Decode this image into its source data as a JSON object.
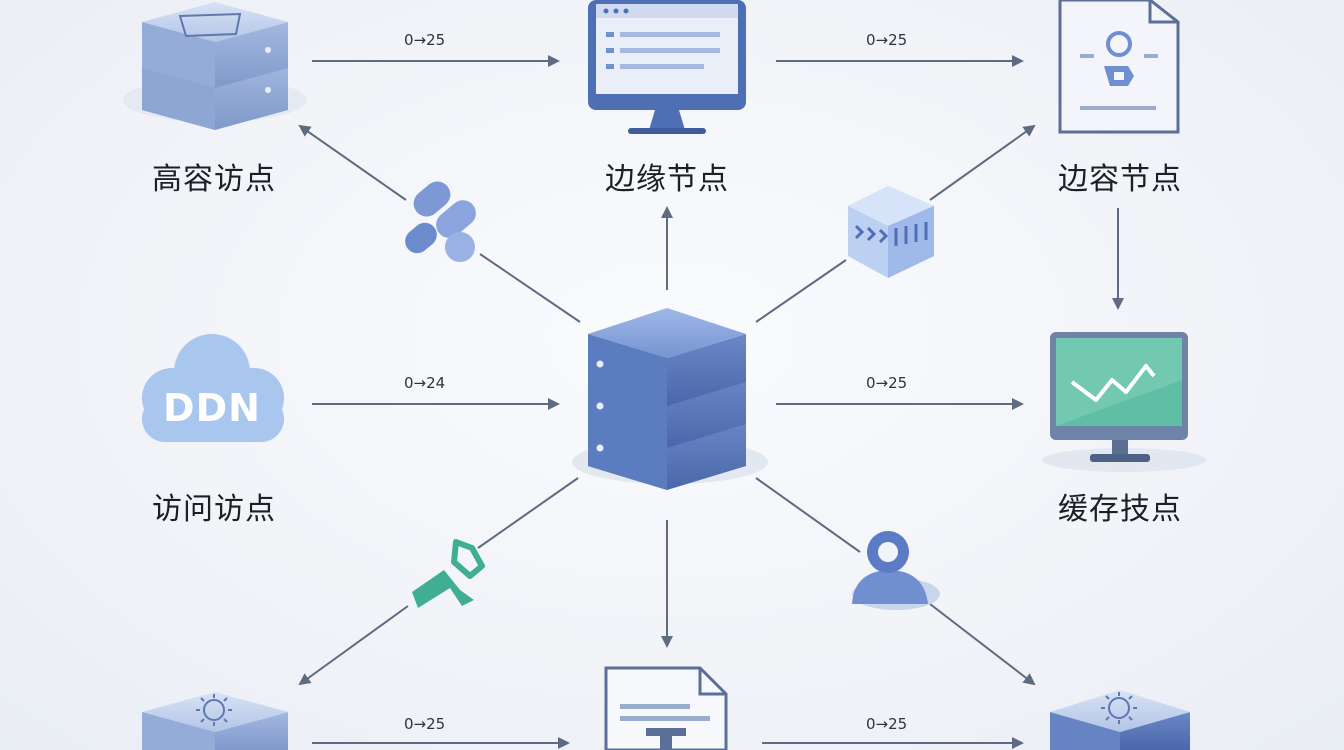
{
  "nodes": {
    "top_left": {
      "label": "高容访点"
    },
    "top_center": {
      "label": "边缘节点"
    },
    "top_right": {
      "label": "边容节点"
    },
    "mid_left": {
      "label": "访问访点",
      "cloud_text": "DDN"
    },
    "mid_right": {
      "label": "缓存技点"
    }
  },
  "edges": {
    "top_left_to_center": "0→25",
    "top_center_to_right": "0→25",
    "mid_left_to_center": "0→24",
    "center_to_mid_right": "0→25",
    "bottom_left_to_center": "0→25",
    "bottom_center_to_right": "0→25"
  },
  "colors": {
    "node_blue": "#6f8fcf",
    "node_dark": "#4a66a8",
    "arrow": "#5e6b80",
    "accent_green": "#3fae94",
    "cloud": "#a9c6ef"
  }
}
